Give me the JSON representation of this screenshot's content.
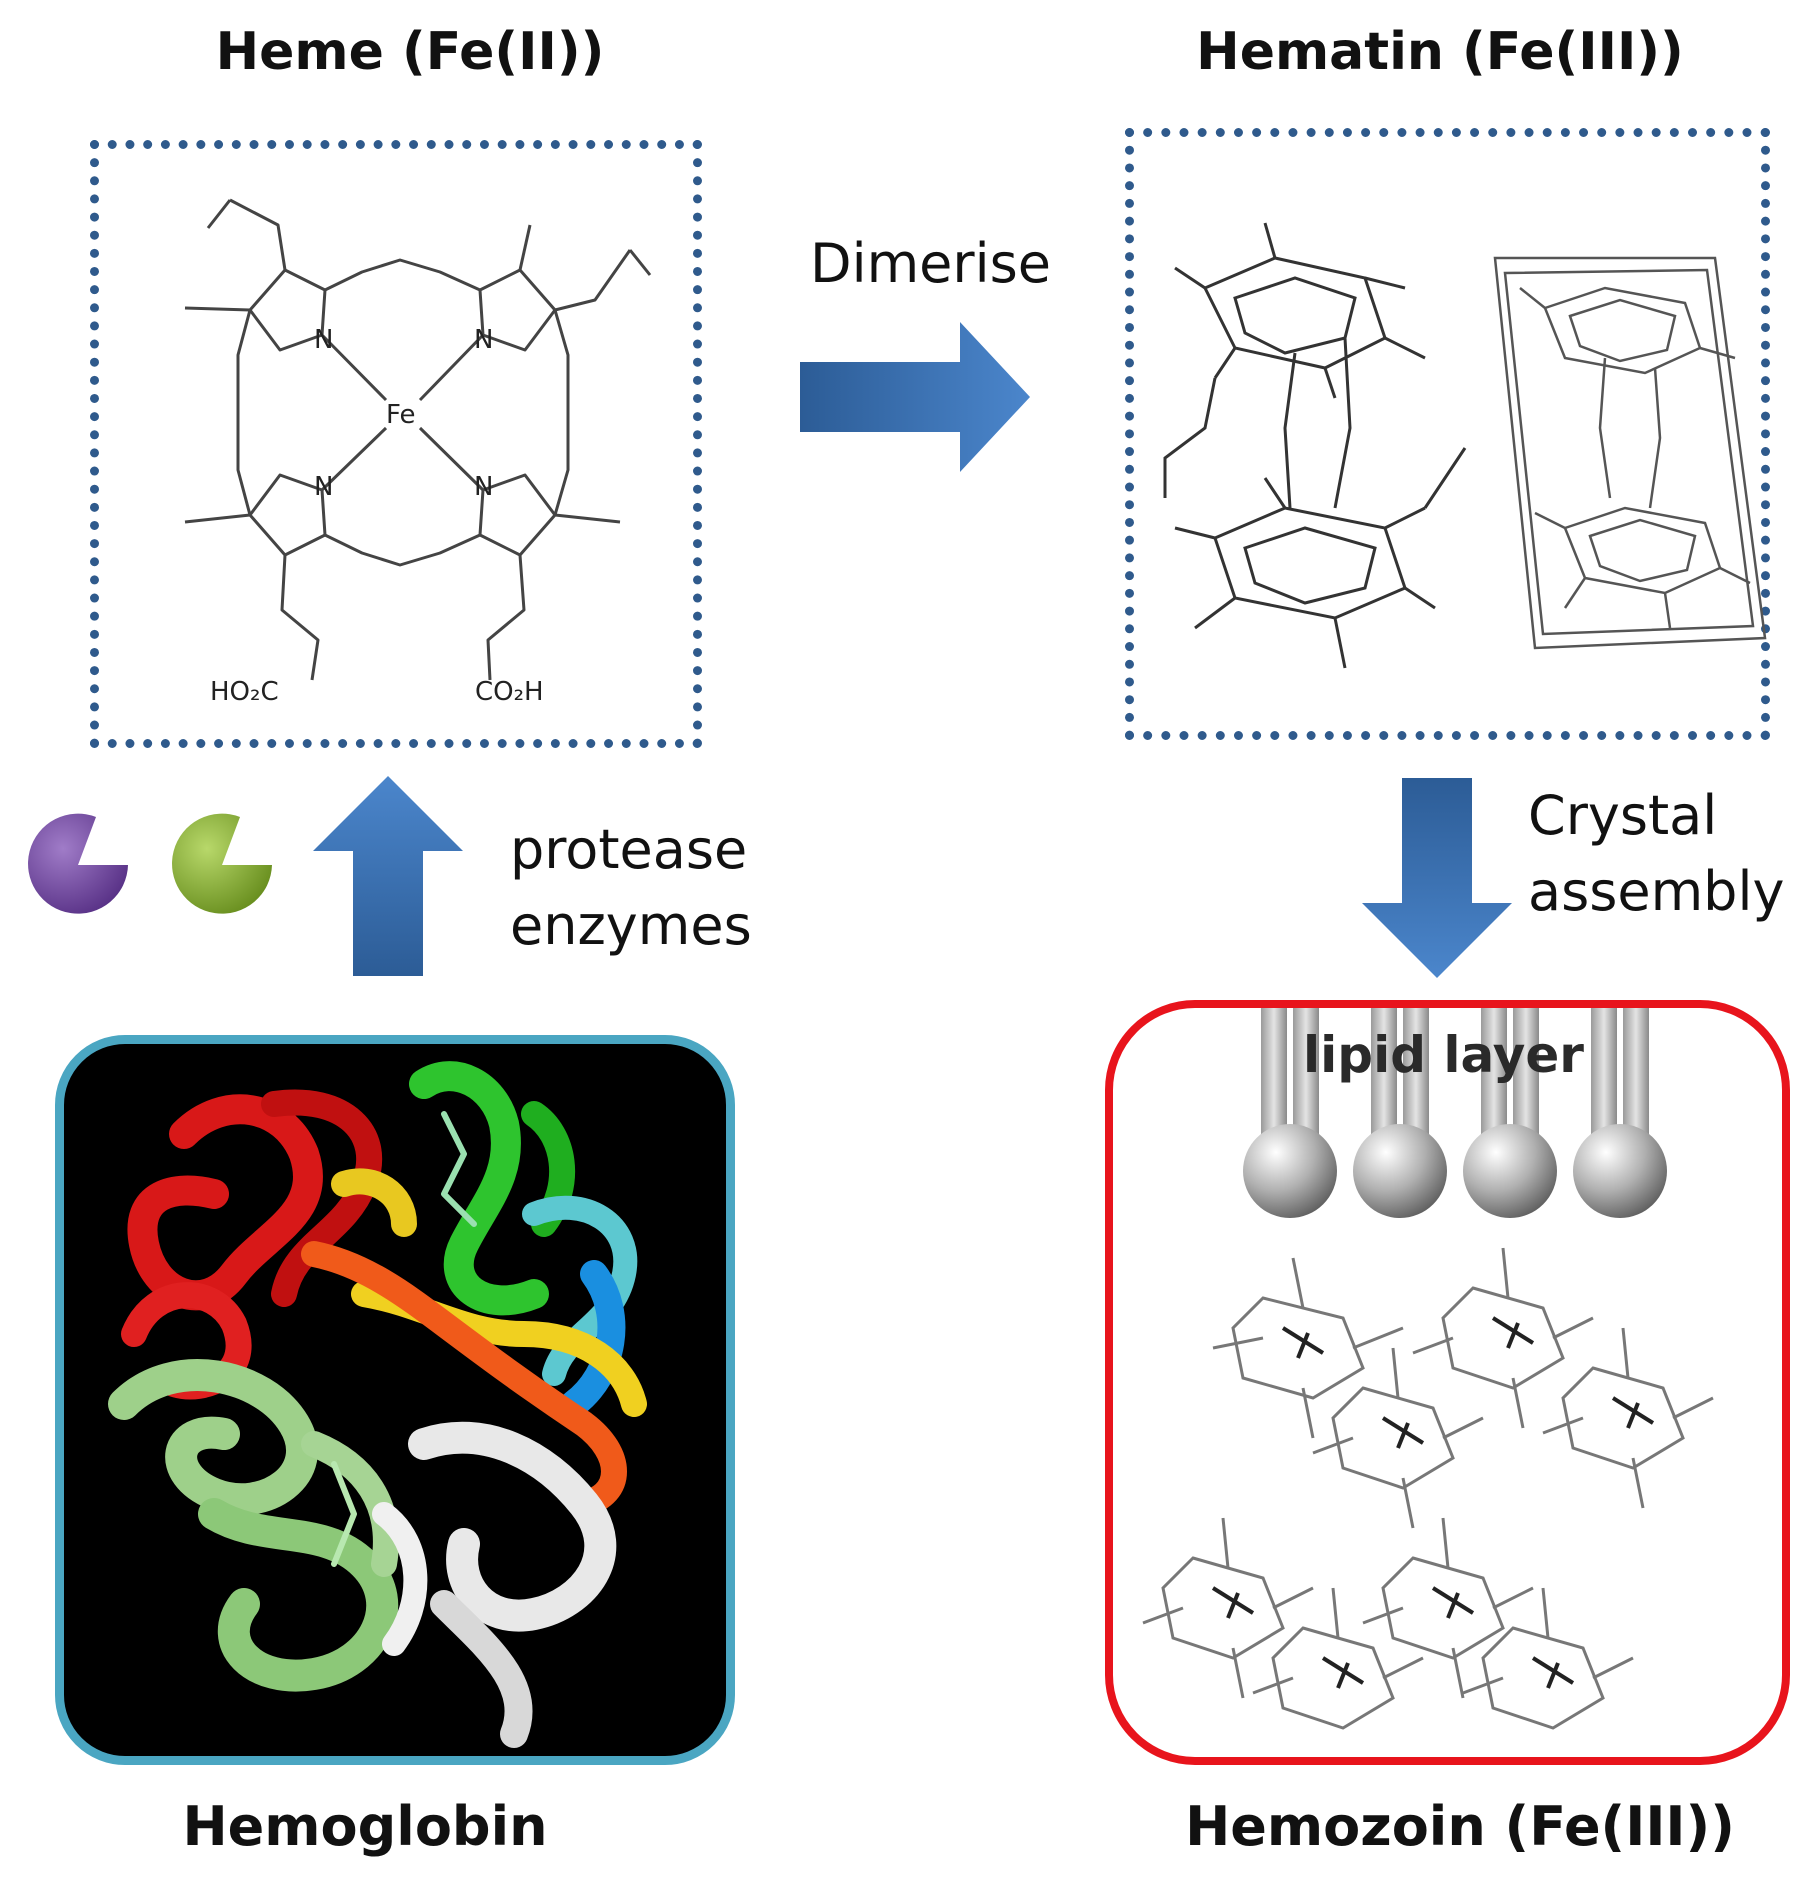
{
  "heme": {
    "title": "Heme (Fe(II))",
    "atoms": {
      "n": "N",
      "fe": "Fe",
      "acid_left": "HO₂C",
      "acid_right": "CO₂H"
    }
  },
  "hematin": {
    "title": "Hematin (Fe(III))"
  },
  "dimerise": {
    "label": "Dimerise"
  },
  "protease": {
    "line1": "protease",
    "line2": "enzymes"
  },
  "crystal": {
    "line1": "Crystal",
    "line2": "assembly"
  },
  "hemoglobin": {
    "label": "Hemoglobin"
  },
  "hemozoin": {
    "label": "Hemozoin (Fe(III))",
    "lipid_label": "lipid layer"
  },
  "colors": {
    "arrow_blue": "#3a6fb0",
    "dashed_frame": "#2f5a8c",
    "hemoglobin_frame": "#4aa6c2",
    "hemozoin_frame": "#e8141c",
    "enzyme_purple": "#7a4fa6",
    "enzyme_green": "#8cb83a"
  }
}
